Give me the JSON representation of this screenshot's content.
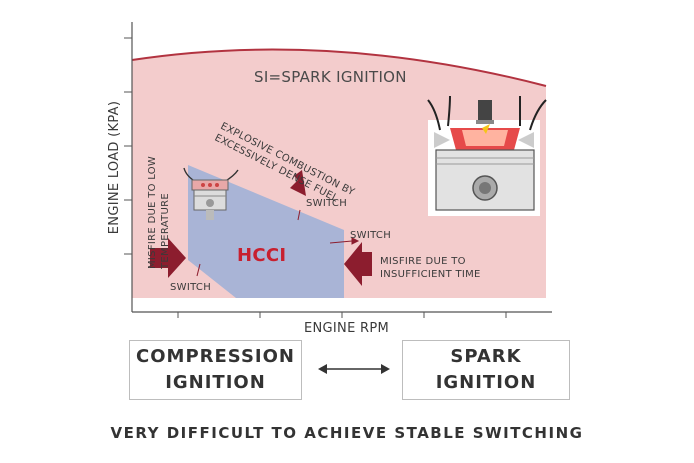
{
  "diagram": {
    "si_label": "SI=SPARK IGNITION",
    "hcci_label": "HCCI",
    "y_axis_label": "ENGINE LOAD (KPA)",
    "x_axis_label": "ENGINE RPM",
    "explosive_note": "EXPLOSIVE COMBUSTION BY EXCESSIVELY DENSE FUEL",
    "misfire_low_temp": "MISFIRE DUE TO LOW TEMPERATURE",
    "misfire_insufficient": "MISFIRE DUE TO INSUFFICIENT TIME",
    "switch_label": "SWITCH",
    "left_box_line1": "COMPRESSION",
    "left_box_line2": "IGNITION",
    "right_box_line1": "SPARK",
    "right_box_line2": "IGNITION",
    "caption": "VERY DIFFICULT TO ACHIEVE STABLE SWITCHING"
  },
  "colors": {
    "si_region": "#f3cccc",
    "hcci_region": "#a9b4d6",
    "arrow": "#8c1d2e",
    "curve": "#b23340",
    "axis": "#555555"
  }
}
